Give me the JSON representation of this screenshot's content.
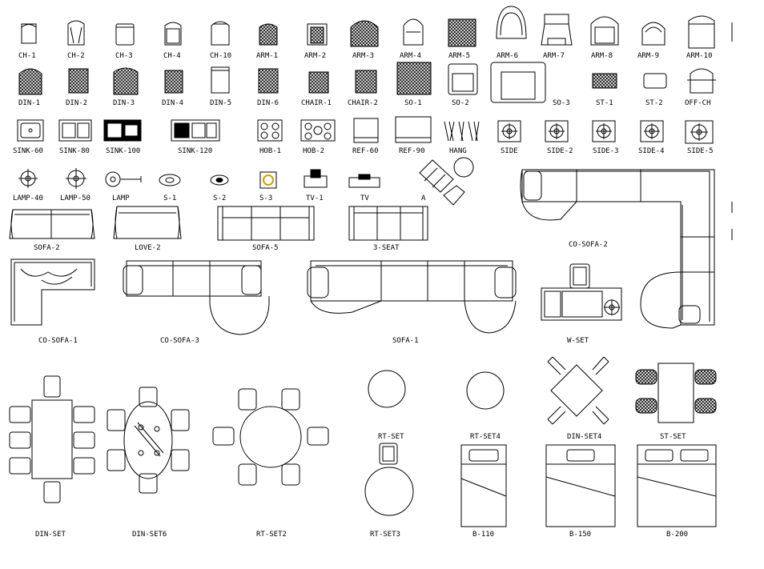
{
  "labels": {
    "ch1": "CH-1",
    "ch2": "CH-2",
    "ch3": "CH-3",
    "ch4": "CH-4",
    "ch10": "CH-10",
    "arm1": "ARM-1",
    "arm2": "ARM-2",
    "arm3": "ARM-3",
    "arm4": "ARM-4",
    "arm5": "ARM-5",
    "arm6": "ARM-6",
    "arm7": "ARM-7",
    "arm8": "ARM-8",
    "arm9": "ARM-9",
    "arm10": "ARM-10",
    "din1": "DIN-1",
    "din2": "DIN-2",
    "din3": "DIN-3",
    "din4": "DIN-4",
    "din5": "DIN-5",
    "din6": "DIN-6",
    "chair1": "CHAIR-1",
    "chair2": "CHAIR-2",
    "so1": "SO-1",
    "so2": "SO-2",
    "so3": "SO-3",
    "st1": "ST-1",
    "st2": "ST-2",
    "offch": "OFF-CH",
    "sink60": "SINK-60",
    "sink80": "SINK-80",
    "sink100": "SINK-100",
    "sink120": "SINK-120",
    "hob1": "HOB-1",
    "hob2": "HOB-2",
    "ref60": "REF-60",
    "ref90": "REF-90",
    "hang": "HANG",
    "side": "SIDE",
    "side2": "SIDE-2",
    "side3": "SIDE-3",
    "side4": "SIDE-4",
    "side5": "SIDE-5",
    "lamp40": "LAMP-40",
    "lamp50": "LAMP-50",
    "lamp": "LAMP",
    "s1": "S-1",
    "s2": "S-2",
    "s3": "S-3",
    "tv1": "TV-1",
    "tv": "TV",
    "a": "A",
    "sofa2": "SOFA-2",
    "love2": "LOVE-2",
    "sofa5": "SOFA-5",
    "seat3": "3-SEAT",
    "cosofa2": "CO-SOFA-2",
    "cosofa1": "CO-SOFA-1",
    "cosofa3": "CO-SOFA-3",
    "sofa1": "SOFA-1",
    "wset": "W-SET",
    "dinset": "DIN-SET",
    "dinset6": "DIN-SET6",
    "rtset2": "RT-SET2",
    "rtset": "RT-SET",
    "rtset4": "RT-SET4",
    "rtset3": "RT-SET3",
    "dinset4": "DIN-SET4",
    "stset": "ST-SET",
    "b110": "B-110",
    "b150": "B-150",
    "b200": "B-200"
  }
}
